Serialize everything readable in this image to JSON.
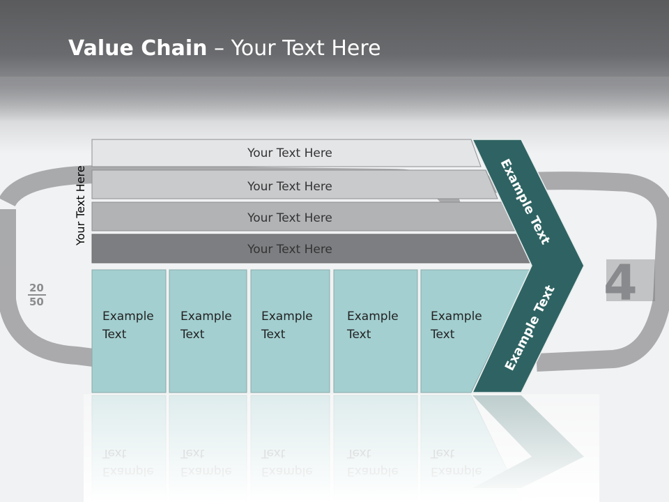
{
  "title": {
    "bold": "Value Chain",
    "rest": " – Your Text Here"
  },
  "side_label": "Your Text Here",
  "rows": [
    {
      "label": "Your Text Here",
      "color": "#e4e5e7"
    },
    {
      "label": "Your Text Here",
      "color": "#c9cacc"
    },
    {
      "label": "Your Text Here",
      "color": "#b2b3b5"
    },
    {
      "label": "Your Text Here",
      "color": "#7d7e81"
    }
  ],
  "boxes": [
    {
      "line1": "Example",
      "line2": "Text"
    },
    {
      "line1": "Example",
      "line2": "Text"
    },
    {
      "line1": "Example",
      "line2": "Text"
    },
    {
      "line1": "Example",
      "line2": "Text"
    },
    {
      "line1": "Example",
      "line2": "Text"
    }
  ],
  "arrow": {
    "upper_label": "Example Text",
    "lower_label": "Example Text",
    "color": "#2f6363"
  },
  "colors": {
    "box": "#a3cfd0",
    "box_border": "#8aa9aa",
    "header": "#5f6063"
  },
  "background_marks": {
    "fraction_top": "20",
    "fraction_bottom": "50",
    "big_digit": "4"
  }
}
